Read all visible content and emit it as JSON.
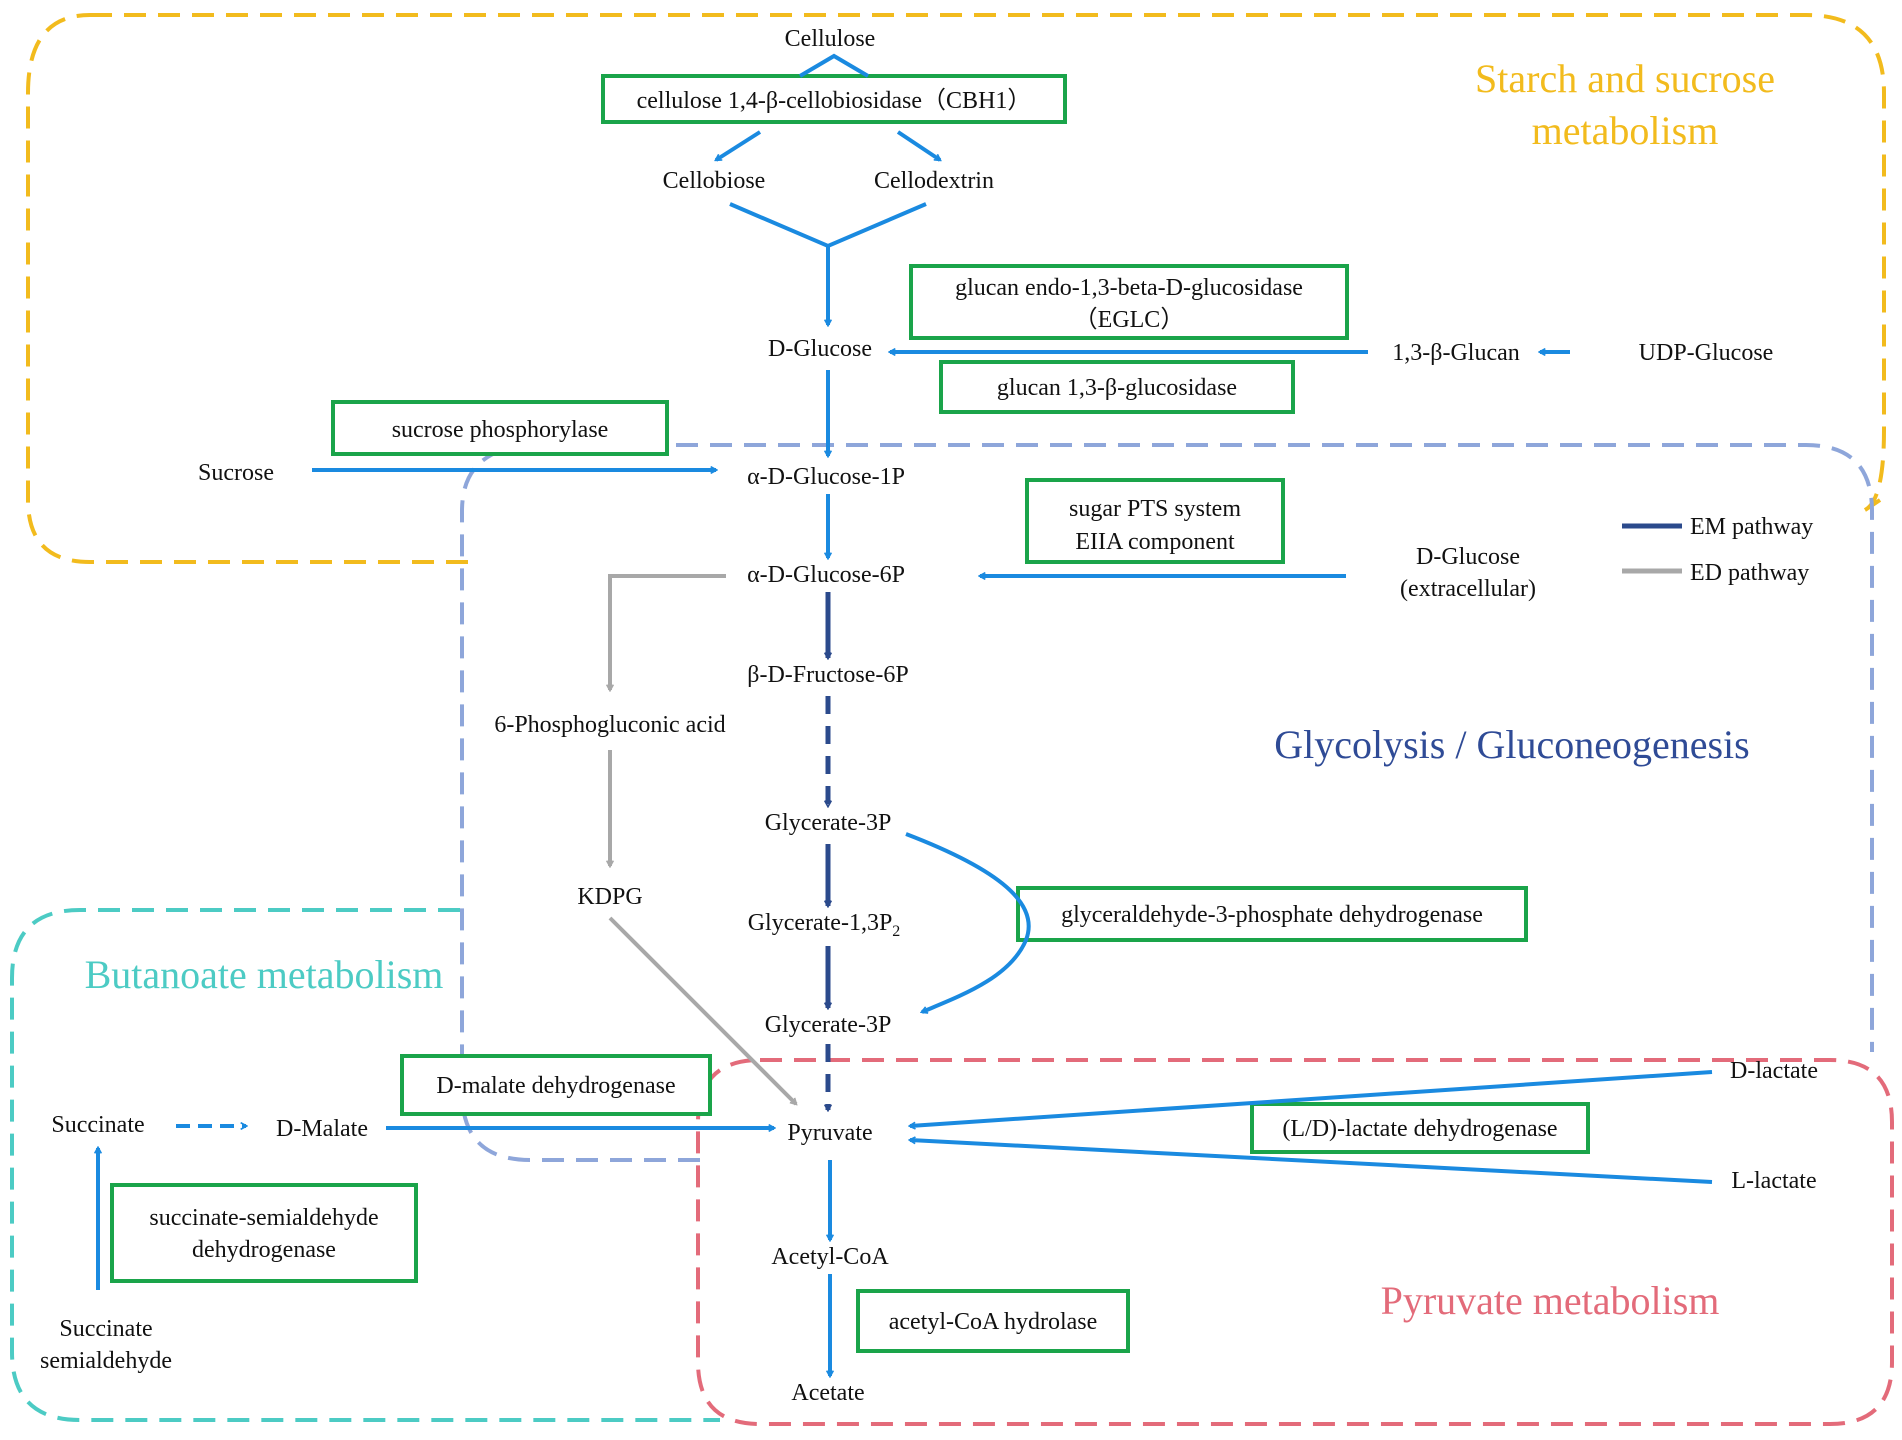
{
  "colors": {
    "blue": "#1a8ae0",
    "em_dark": "#2b4a8c",
    "ed_gray": "#a8a8a8",
    "enzyme_box": "#1aa44a",
    "starch_region": "#f2bb1d",
    "glyco_region": "#8ea6da",
    "butanoate_region": "#4ccbc4",
    "pyruvate_region": "#e36b7a",
    "glyco_title": "#2f4b96"
  },
  "regions": {
    "starch": {
      "line1": "Starch and sucrose",
      "line2": "metabolism"
    },
    "glycolysis": "Glycolysis / Gluconeogenesis",
    "butanoate": "Butanoate metabolism",
    "pyruvate": "Pyruvate metabolism"
  },
  "legend": {
    "em": "EM pathway",
    "ed": "ED pathway"
  },
  "metabolites": {
    "cellulose": "Cellulose",
    "cellobiose": "Cellobiose",
    "cellodextrin": "Cellodextrin",
    "d_glucose": "D-Glucose",
    "glucan": "1,3-β-Glucan",
    "udp_glucose": "UDP-Glucose",
    "sucrose": "Sucrose",
    "a_glucose_1p": "α-D-Glucose-1P",
    "a_glucose_6p": "α-D-Glucose-6P",
    "d_glucose_ext_1": "D-Glucose",
    "d_glucose_ext_2": "(extracellular)",
    "b_fructose_6p": "β-D-Fructose-6P",
    "phosphogluconic": "6-Phosphogluconic acid",
    "glycerate_3p_a": "Glycerate-3P",
    "kdpg": "KDPG",
    "glycerate_13p2": "Glycerate-1,3P",
    "glycerate_13p2_sub": "2",
    "glycerate_3p_b": "Glycerate-3P",
    "succinate": "Succinate",
    "d_malate": "D-Malate",
    "pyruvate": "Pyruvate",
    "d_lactate": "D-lactate",
    "l_lactate": "L-lactate",
    "acetyl_coa": "Acetyl-CoA",
    "acetate": "Acetate",
    "succ_semi_1": "Succinate",
    "succ_semi_2": "semialdehyde"
  },
  "enzymes": {
    "cbh1": "cellulose 1,4-β-cellobiosidase（CBH1）",
    "eglc_1": "glucan endo-1,3-beta-D-glucosidase",
    "eglc_2": "（EGLC）",
    "glucan_13": "glucan 1,3-β-glucosidase",
    "sucrose_phos": "sucrose phosphorylase",
    "pts_1": "sugar PTS system",
    "pts_2": "EIIA component",
    "gapdh": "glyceraldehyde-3-phosphate dehydrogenase",
    "d_malate_dh": "D-malate dehydrogenase",
    "ldh": "(L/D)-lactate dehydrogenase",
    "ssadh_1": "succinate-semialdehyde",
    "ssadh_2": "dehydrogenase",
    "acetyl_hydrolase": "acetyl-CoA hydrolase"
  }
}
